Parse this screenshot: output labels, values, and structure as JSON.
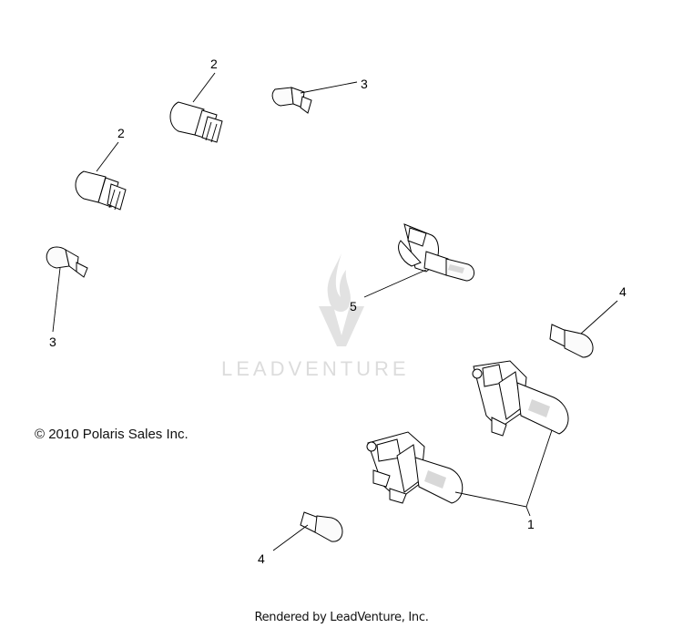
{
  "callouts": {
    "c2a": "2",
    "c3a": "3",
    "c2b": "2",
    "c3b": "3",
    "c5": "5",
    "c4a": "4",
    "c1": "1",
    "c4b": "4"
  },
  "copyright": "© 2010 Polaris Sales Inc.",
  "watermark": "LEADVENTURE",
  "footer": "Rendered by LeadVenture, Inc."
}
